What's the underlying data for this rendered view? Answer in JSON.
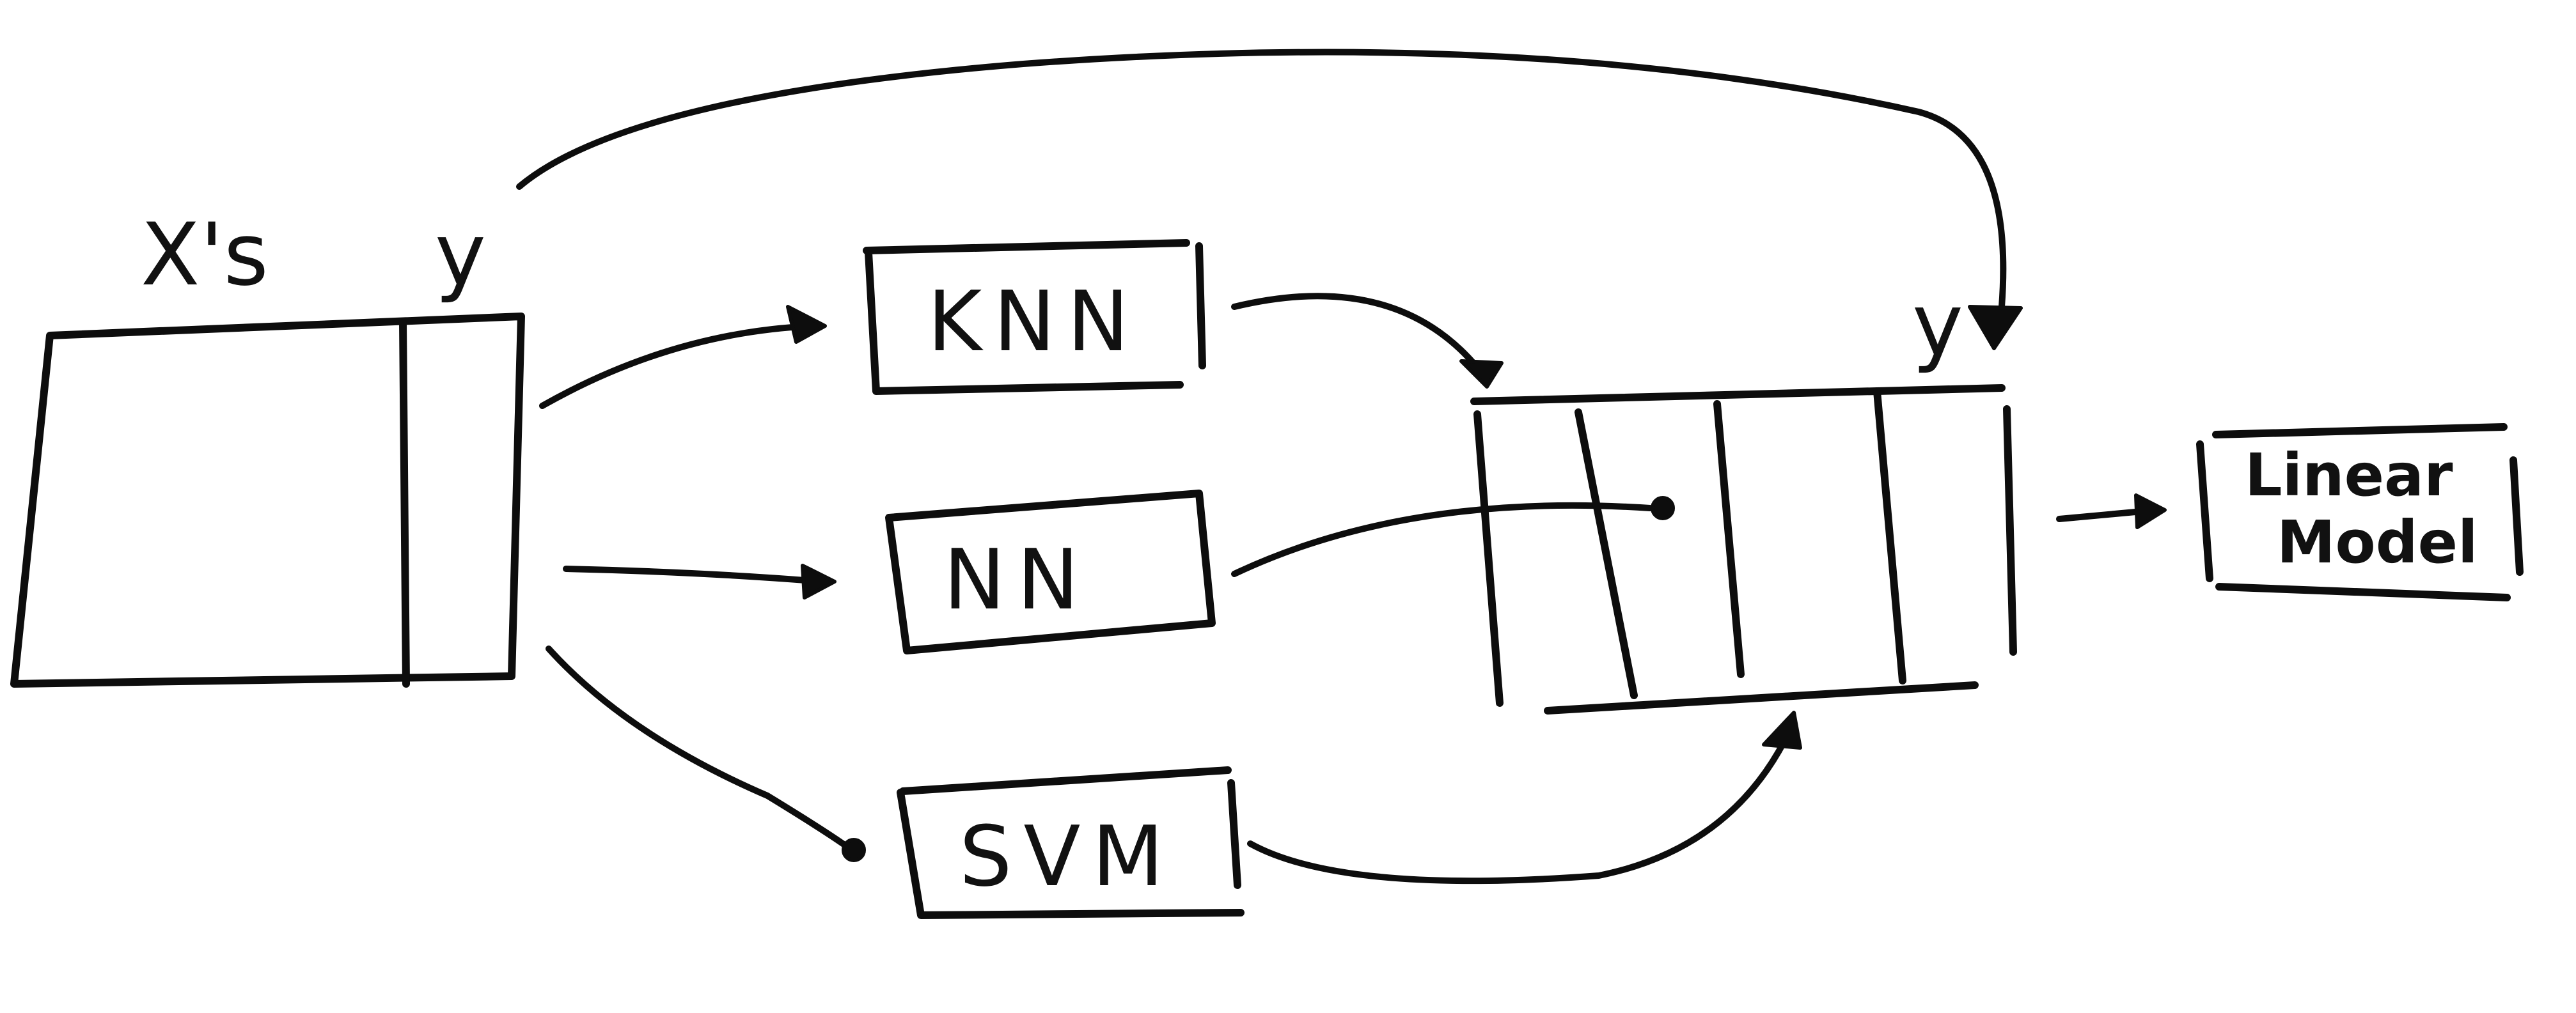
{
  "diagram": {
    "dataset": {
      "features_label": "X's",
      "target_label": "y"
    },
    "base_models": [
      {
        "id": "knn",
        "label": "KNN"
      },
      {
        "id": "nn",
        "label": "NN"
      },
      {
        "id": "svm",
        "label": "SVM"
      }
    ],
    "meta_features": {
      "target_label": "y"
    },
    "meta_model": {
      "line1": "Linear",
      "line2": "Model"
    }
  }
}
